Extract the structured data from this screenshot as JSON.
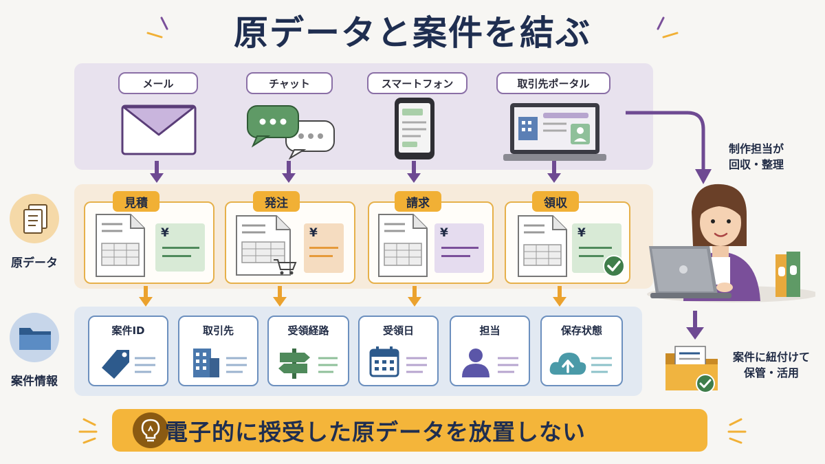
{
  "title": "原データと案件を結ぶ",
  "sources": [
    {
      "label": "メール",
      "icon": "envelope-icon"
    },
    {
      "label": "チャット",
      "icon": "chat-bubbles-icon"
    },
    {
      "label": "スマートフォン",
      "icon": "smartphone-icon"
    },
    {
      "label": "取引先ポータル",
      "icon": "laptop-portal-icon"
    }
  ],
  "raw_data": {
    "side_label": "原データ",
    "items": [
      {
        "label": "見積",
        "symbol": "¥"
      },
      {
        "label": "発注",
        "symbol": "¥"
      },
      {
        "label": "請求",
        "symbol": "¥"
      },
      {
        "label": "領収",
        "symbol": "¥"
      }
    ]
  },
  "case_info": {
    "side_label": "案件情報",
    "fields": [
      {
        "label": "案件ID",
        "icon": "tag-icon"
      },
      {
        "label": "取引先",
        "icon": "building-icon"
      },
      {
        "label": "受領経路",
        "icon": "signpost-icon"
      },
      {
        "label": "受領日",
        "icon": "calendar-icon"
      },
      {
        "label": "担当",
        "icon": "person-icon"
      },
      {
        "label": "保存状態",
        "icon": "cloud-upload-icon"
      }
    ]
  },
  "notes": {
    "collect_line1": "制作担当が",
    "collect_line2": "回収・整理",
    "store_line1": "案件に紐付けて",
    "store_line2": "保管・活用"
  },
  "banner": "電子的に授受した原データを放置しない",
  "colors": {
    "purple": "#7a4f9a",
    "orange": "#f1b035",
    "blue": "#3b6aa0",
    "green": "#4f8a5b",
    "navy": "#1f2e50"
  }
}
